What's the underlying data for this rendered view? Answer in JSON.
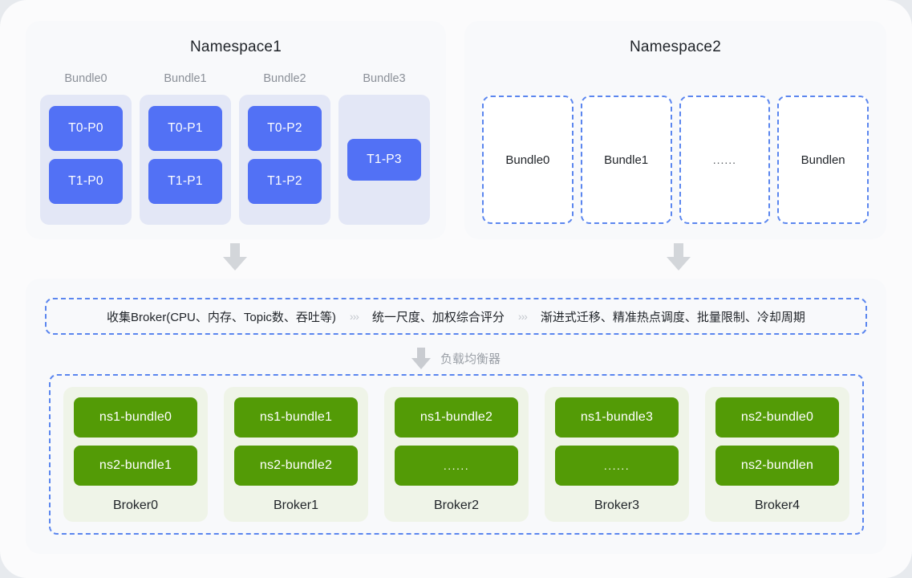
{
  "namespace1": {
    "title": "Namespace1",
    "bundles": [
      {
        "caption": "Bundle0",
        "partitions": [
          "T0-P0",
          "T1-P0"
        ]
      },
      {
        "caption": "Bundle1",
        "partitions": [
          "T0-P1",
          "T1-P1"
        ]
      },
      {
        "caption": "Bundle2",
        "partitions": [
          "T0-P2",
          "T1-P2"
        ]
      },
      {
        "caption": "Bundle3",
        "partitions": [
          "T1-P3"
        ]
      }
    ]
  },
  "namespace2": {
    "title": "Namespace2",
    "bundles": [
      "Bundle0",
      "Bundle1",
      "......",
      "Bundlen"
    ]
  },
  "pipeline": {
    "steps": [
      "收集Broker(CPU、内存、Topic数、吞吐等)",
      "统一尺度、加权综合评分",
      "渐进式迁移、精准热点调度、批量限制、冷却周期"
    ],
    "separator": "›››"
  },
  "load_balancer": {
    "label": "负载均衡器"
  },
  "brokers": [
    {
      "name": "Broker0",
      "bundles": [
        "ns1-bundle0",
        "ns2-bundle1"
      ]
    },
    {
      "name": "Broker1",
      "bundles": [
        "ns1-bundle1",
        "ns2-bundle2"
      ]
    },
    {
      "name": "Broker2",
      "bundles": [
        "ns1-bundle2",
        "......"
      ]
    },
    {
      "name": "Broker3",
      "bundles": [
        "ns1-bundle3",
        "......"
      ]
    },
    {
      "name": "Broker4",
      "bundles": [
        "ns2-bundle0",
        "ns2-bundlen"
      ]
    }
  ],
  "colors": {
    "partition_blue": "#5271f5",
    "bundle_container": "#e3e7f6",
    "broker_green": "#539b06",
    "broker_container": "#eff4e8",
    "dashed_border": "#5b86ef",
    "page_background": "#e7eaee",
    "card_background": "#fbfbfc"
  }
}
